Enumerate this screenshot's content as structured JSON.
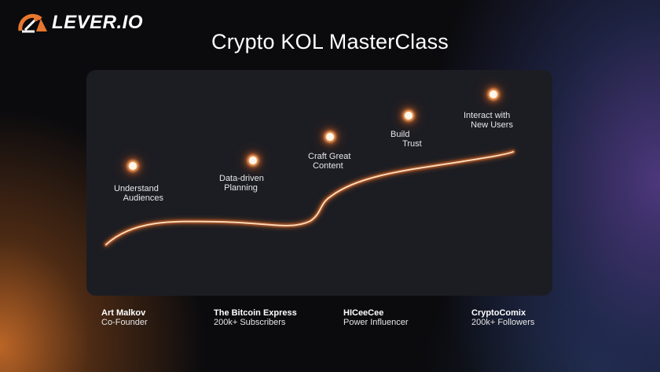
{
  "brand": {
    "logo_text": "LEVER.IO",
    "logo_icon": "speedometer-gauge-icon",
    "accent_color": "#e8772e"
  },
  "page": {
    "title": "Crypto KOL MasterClass"
  },
  "roadmap": {
    "card_color": "#1c1d23",
    "line_color": "#ffb57a",
    "steps": [
      {
        "label": "Understand\n    Audiences",
        "icon": "glowing-dot-icon"
      },
      {
        "label": "Data-driven\n  Planning",
        "icon": "glowing-dot-icon"
      },
      {
        "label": "Craft Great\n  Content",
        "icon": "glowing-dot-icon"
      },
      {
        "label": "Build\n     Trust",
        "icon": "glowing-dot-icon"
      },
      {
        "label": "Interact with\n   New Users",
        "icon": "glowing-dot-icon"
      }
    ]
  },
  "speakers": [
    {
      "name": "Art Malkov",
      "role": "Co-Founder"
    },
    {
      "name": "The Bitcoin Express",
      "role": "200k+ Subscribers"
    },
    {
      "name": "HICeeCee",
      "role": "Power Influencer"
    },
    {
      "name": "CryptoComix",
      "role": "200k+ Followers"
    }
  ]
}
